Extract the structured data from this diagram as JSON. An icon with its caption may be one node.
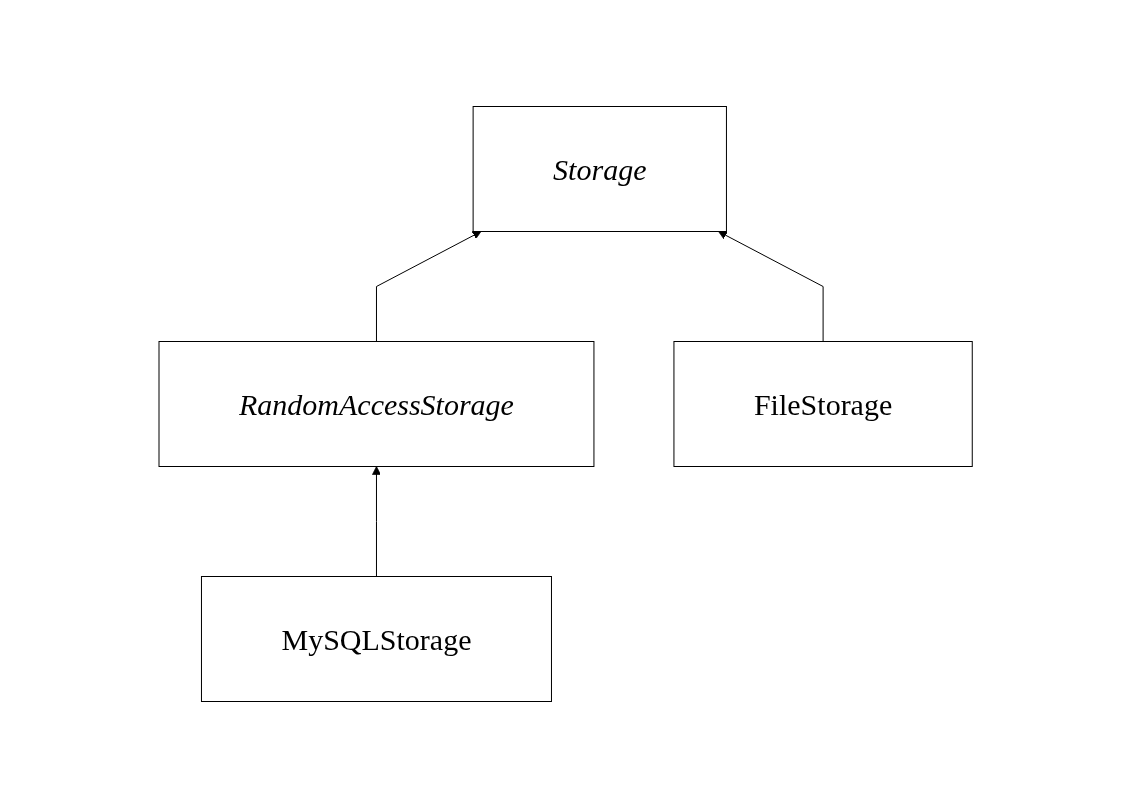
{
  "diagram": {
    "nodes": [
      {
        "text": [
          "Storage"
        ]
      },
      {
        "text": [
          "RandomAccessStorage"
        ]
      },
      {
        "text": [
          "FileStorage"
        ]
      },
      {
        "text": [
          "MySQLStorage"
        ]
      }
    ],
    "edges": [
      {
        "from": 1,
        "to": 0,
        "arrow": "to"
      },
      {
        "from": 2,
        "to": 0,
        "arrow": "to"
      },
      {
        "from": 3,
        "to": 1,
        "arrow": "to"
      }
    ]
  }
}
